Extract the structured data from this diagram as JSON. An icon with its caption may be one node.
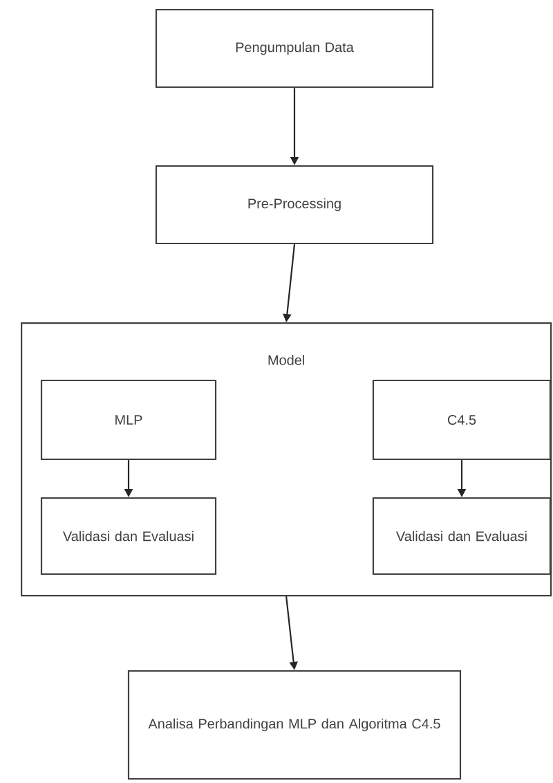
{
  "diagram": {
    "nodes": [
      {
        "text": [
          "Pengumpulan Data"
        ]
      },
      {
        "text": [
          "Pre-Processing"
        ]
      },
      {
        "text": [
          "Model"
        ]
      },
      {
        "text": [
          "MLP"
        ],
        "in": 2
      },
      {
        "text": [
          "Validasi dan Evaluasi"
        ],
        "in": 2
      },
      {
        "text": [
          "C4.5"
        ],
        "in": 2
      },
      {
        "text": [
          "Validasi dan Evaluasi"
        ],
        "in": 2
      },
      {
        "text": [
          "Analisa Perbandingan MLP dan Algoritma C4.5"
        ]
      }
    ],
    "edges": [
      {
        "from": 0,
        "to": 1,
        "arrow": "to"
      },
      {
        "from": 1,
        "to": 2,
        "arrow": "to"
      },
      {
        "from": 3,
        "to": 4,
        "arrow": "to"
      },
      {
        "from": 5,
        "to": 6,
        "arrow": "to"
      },
      {
        "from": 2,
        "to": 7,
        "arrow": "to"
      }
    ]
  }
}
